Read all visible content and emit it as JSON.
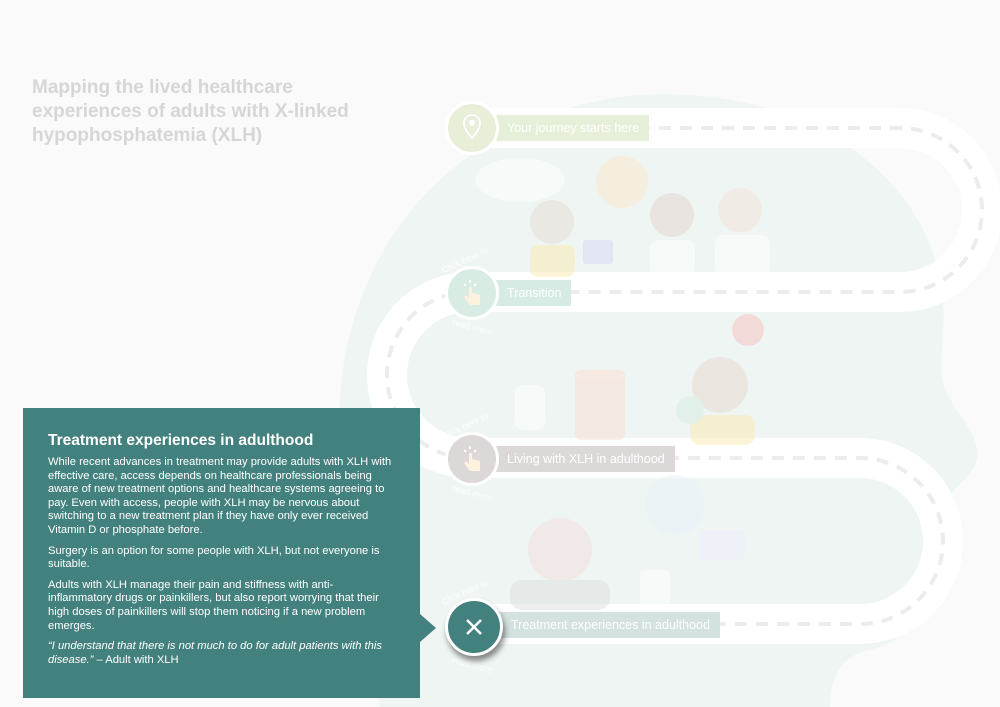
{
  "title": "Mapping the lived healthcare experiences of adults with X-linked hypophosphatemia (XLH)",
  "hint_top": "Click here to",
  "hint_bottom": "read more",
  "stops": [
    {
      "label": "Your journey starts here",
      "icon": "map-pin-icon",
      "color": "#e6efd7",
      "circle": "#e8efd9"
    },
    {
      "label": "Transition",
      "icon": "tap-hand-icon",
      "color": "#d6ebe3",
      "circle": "#d8ece4"
    },
    {
      "label": "Living with XLH in adulthood",
      "icon": "tap-hand-icon",
      "color": "#dcd8d8",
      "circle": "#dcd8d8"
    },
    {
      "label": "Treatment experiences in adulthood",
      "icon": "close-icon",
      "color": "#d3e1df",
      "circle": "#43817e"
    }
  ],
  "panel": {
    "heading": "Treatment experiences in adulthood",
    "paragraphs": [
      "While recent advances in treatment may provide adults with XLH with effective care, access depends on healthcare professionals being aware of new treatment options and healthcare systems agreeing to pay. Even with access, people with XLH may be nervous about switching to a new treatment plan if they have only ever received Vitamin D or phosphate before.",
      "Surgery is an option for some people with XLH, but not everyone is suitable.",
      "Adults with XLH manage their pain and stiffness with anti-inflammatory drugs or painkillers, but also report worrying that their high doses of painkillers will stop them noticing if a new problem emerges."
    ],
    "quote": "“I understand that there is not much to do for adult patients with this disease.”",
    "quote_attribution": " – Adult with XLH",
    "color": "#43817e"
  }
}
